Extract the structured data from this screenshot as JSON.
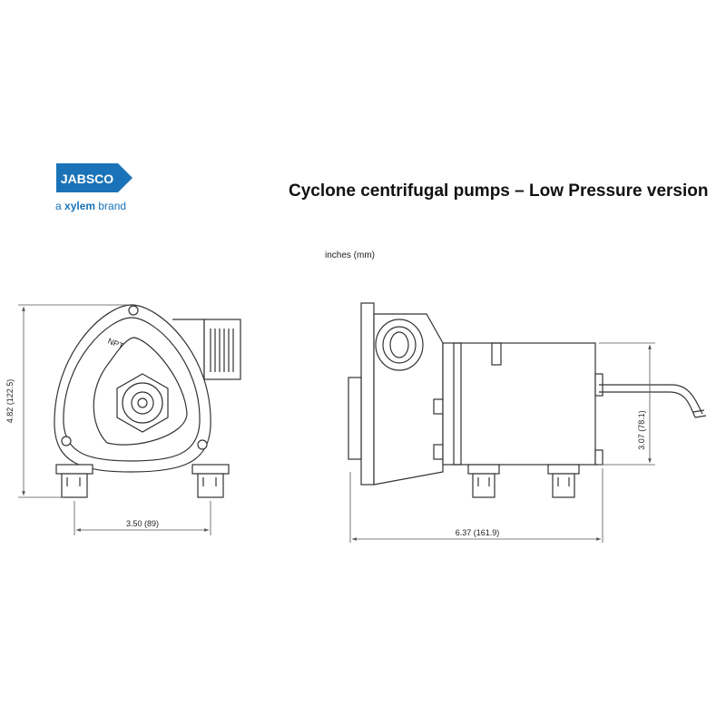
{
  "brand": {
    "logo_text": "JABSCO",
    "tagline_prefix": "a ",
    "tagline_bold": "xylem",
    "tagline_suffix": " brand",
    "logo_color": "#1a73b8"
  },
  "title": "Cyclone centrifugal pumps – Low Pressure version",
  "units_note": "inches (mm)",
  "front_view": {
    "port_label": "NPT",
    "height_dim": "4.82 (122.5)",
    "base_width_dim": "3.50 (89)"
  },
  "side_view": {
    "overall_length_dim": "6.37 (161.9)",
    "motor_height_dim": "3.07 (78.1)"
  },
  "colors": {
    "line": "#333333",
    "dim_line": "#555555"
  }
}
